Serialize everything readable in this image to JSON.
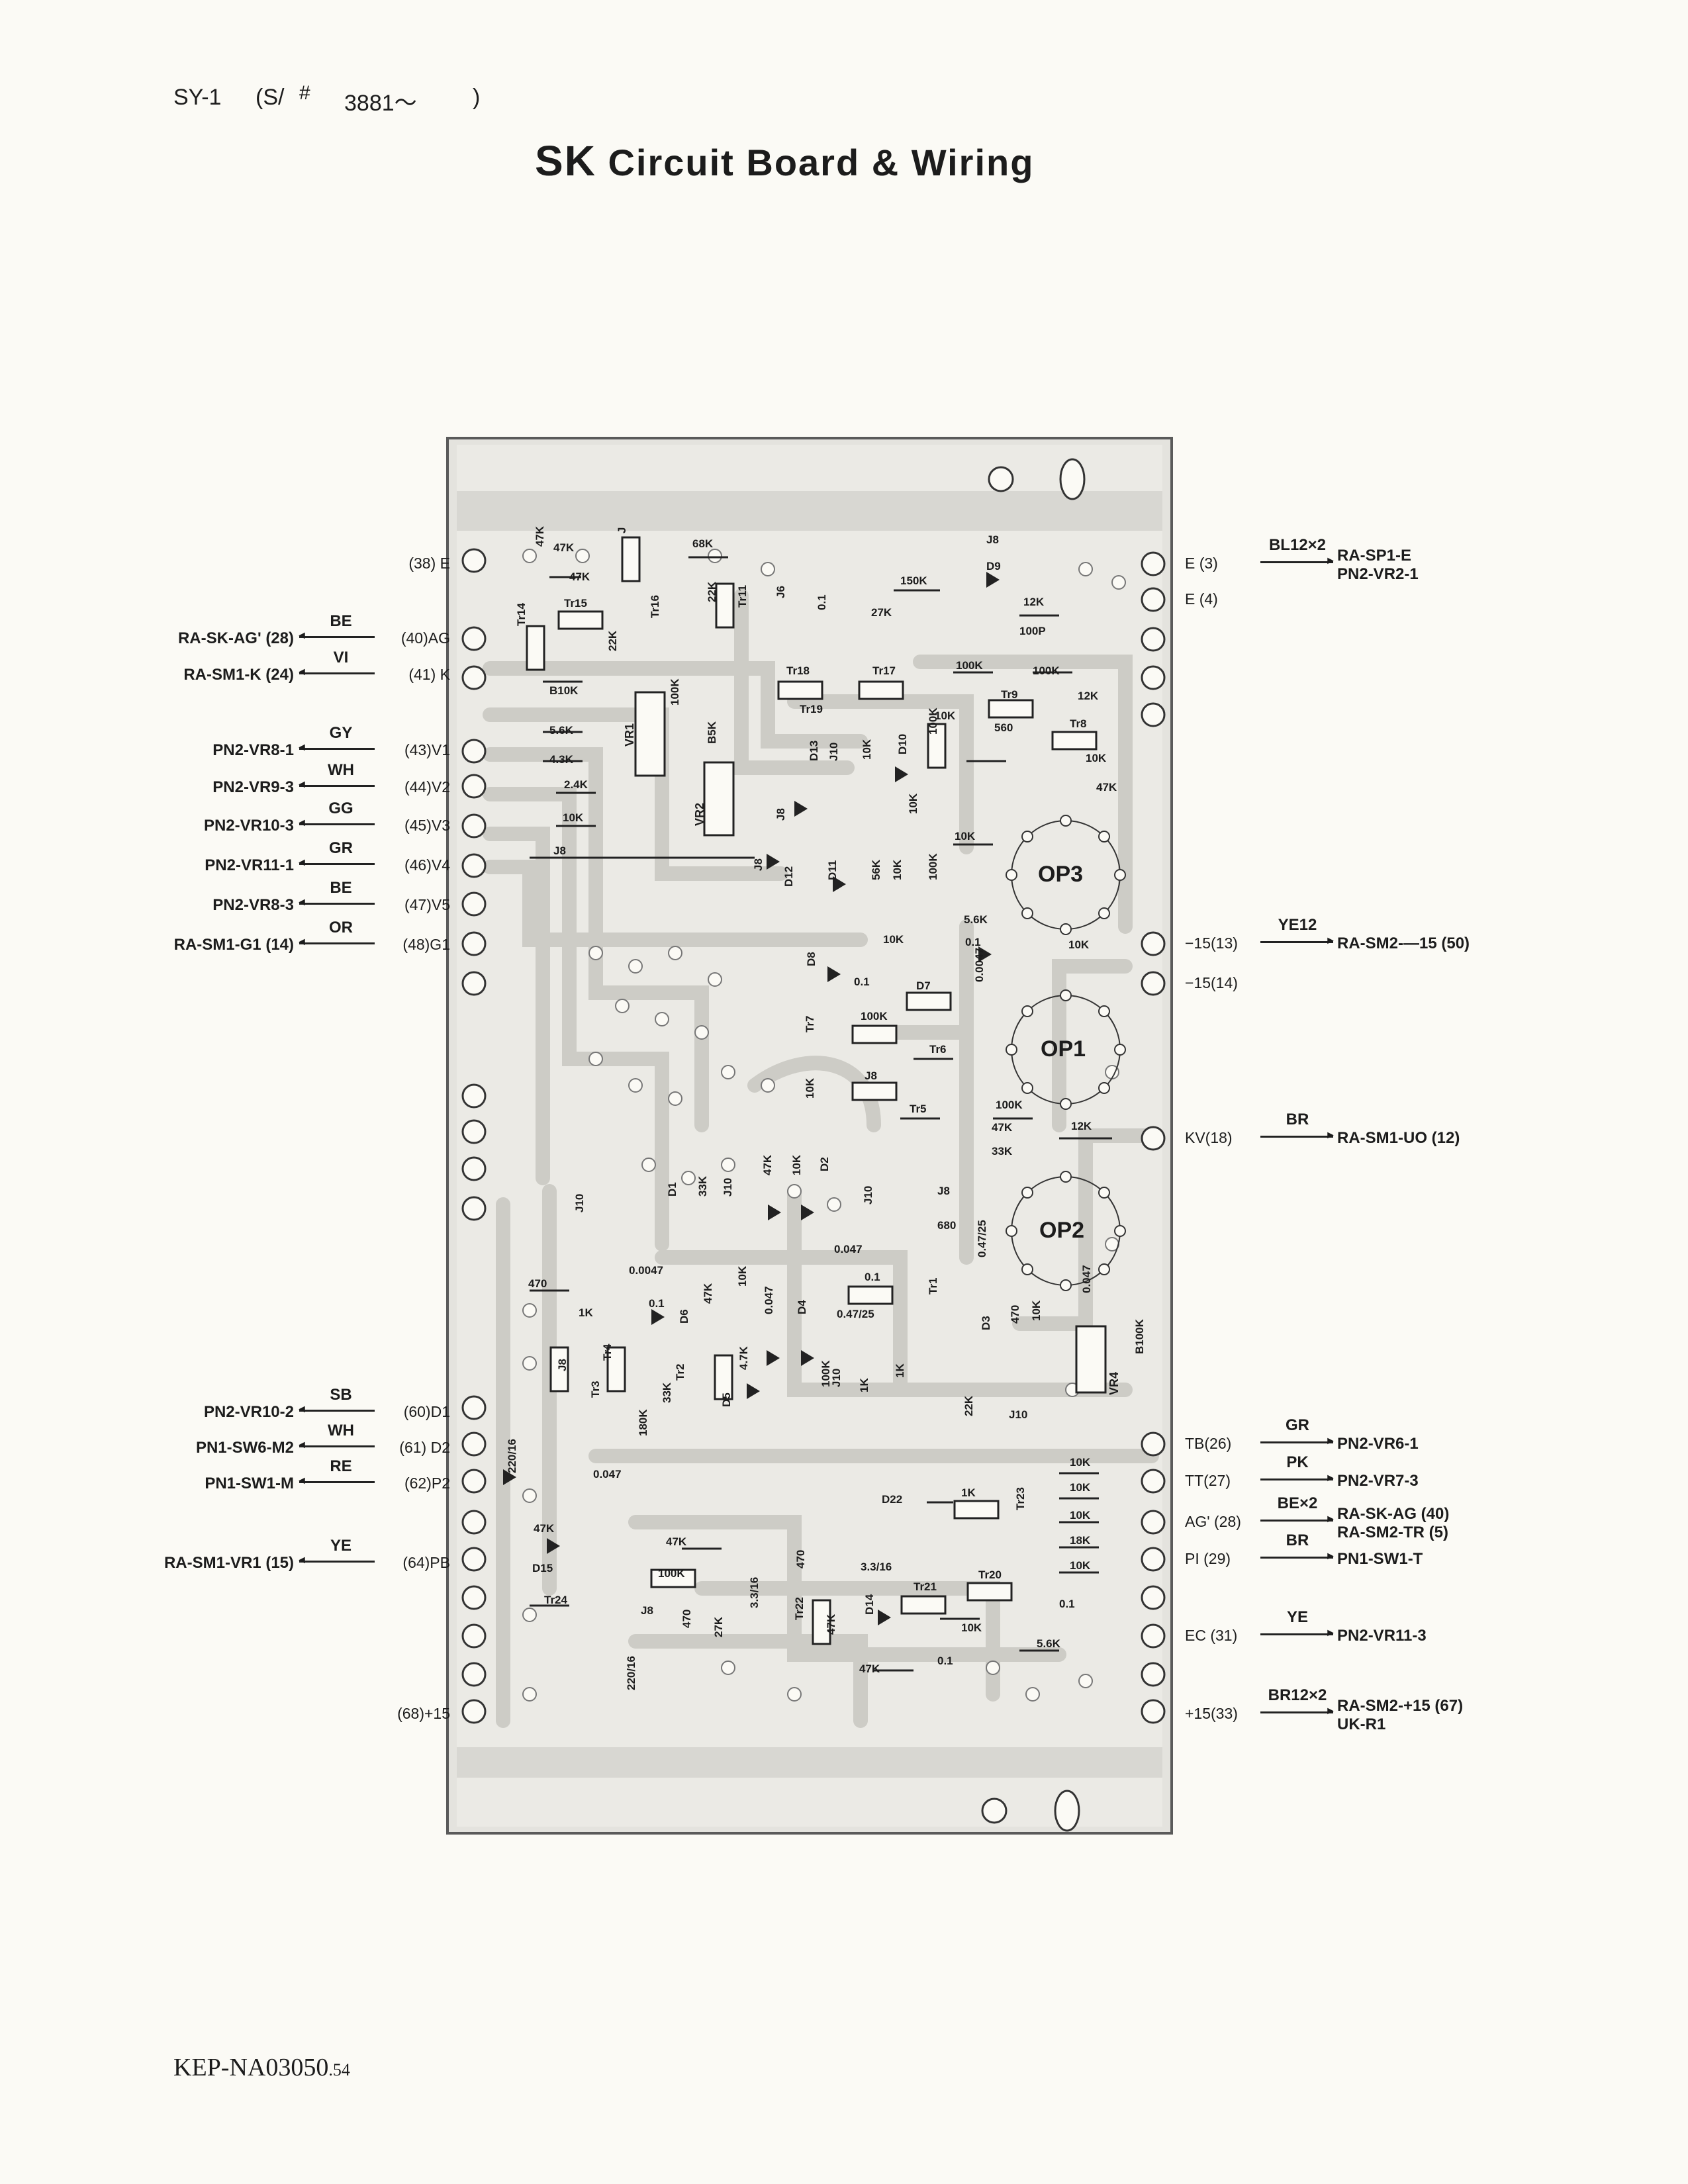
{
  "header": {
    "model": "SY-1",
    "serial_open": "(S/",
    "serial_hash": "#",
    "serial_range": "3881～",
    "serial_close": ")"
  },
  "title": {
    "prefix": "SK",
    "text": "Circuit Board & Wiring"
  },
  "board": {
    "ic_labels": [
      "OP3",
      "OP1",
      "OP2"
    ],
    "pot_labels": [
      "VR1",
      "VR2",
      "VR4"
    ],
    "component_labels": [
      "47K",
      "47K",
      "47K",
      "68K",
      "J8",
      "D9",
      "150K",
      "12K",
      "100P",
      "100K",
      "100K",
      "12K",
      "Tr8",
      "10K",
      "47K",
      "Tr9",
      "560",
      "100K",
      "Tr17",
      "Tr18",
      "Tr19",
      "10K",
      "22K",
      "Tr11",
      "J6",
      "0.1",
      "27K",
      "J",
      "Tr14",
      "Tr15",
      "Tr16",
      "22K",
      "100K",
      "B5K",
      "B10K",
      "5.6K",
      "4.3K",
      "2.4K",
      "10K",
      "J8",
      "J8",
      "J8",
      "D10",
      "D11",
      "D12",
      "D13",
      "J10",
      "10K",
      "10K",
      "56K",
      "10K",
      "100K",
      "10K",
      "10K",
      "5.6K",
      "0.1",
      "10K",
      "D8",
      "0.1",
      "D7",
      "100K",
      "Tr7",
      "Tr6",
      "0.0047",
      "J8",
      "10K",
      "Tr5",
      "100K",
      "47K",
      "33K",
      "12K",
      "47K",
      "10K",
      "D2",
      "D1",
      "33K",
      "J10",
      "J10",
      "J10",
      "J8",
      "680",
      "0.047",
      "0.1",
      "0.47/25",
      "Tr1",
      "0.47/25",
      "470",
      "0.0047",
      "1K",
      "0.1",
      "47K",
      "D6",
      "10K",
      "0.047",
      "D4",
      "D3",
      "470",
      "10K",
      "0.047",
      "B100K",
      "J8",
      "Tr4",
      "Tr3",
      "4.7K",
      "D5",
      "Tr2",
      "33K",
      "180K",
      "J10",
      "100K",
      "1K",
      "1K",
      "22K",
      "J10",
      "0.047",
      "220/16",
      "D22",
      "1K",
      "Tr23",
      "10K",
      "10K",
      "10K",
      "18K",
      "10K",
      "47K",
      "D15",
      "47K",
      "100K",
      "Tr24",
      "J8",
      "470",
      "27K",
      "3.3/16",
      "3.3/16",
      "470",
      "Tr22",
      "47K",
      "D14",
      "Tr21",
      "Tr20",
      "10K",
      "0.1",
      "5.6K",
      "47K",
      "0.1",
      "220/16"
    ]
  },
  "left_pins": [
    {
      "dest": "",
      "code": "",
      "pin": "(38)  E"
    },
    {
      "dest": "RA-SK-AG' (28)",
      "code": "BE",
      "pin": "(40)AG"
    },
    {
      "dest": "RA-SM1-K (24)",
      "code": "VI",
      "pin": "(41)  K"
    },
    {
      "dest": "PN2-VR8-1",
      "code": "GY",
      "pin": "(43)V1"
    },
    {
      "dest": "PN2-VR9-3",
      "code": "WH",
      "pin": "(44)V2"
    },
    {
      "dest": "PN2-VR10-3",
      "code": "GG",
      "pin": "(45)V3"
    },
    {
      "dest": "PN2-VR11-1",
      "code": "GR",
      "pin": "(46)V4"
    },
    {
      "dest": "PN2-VR8-3",
      "code": "BE",
      "pin": "(47)V5"
    },
    {
      "dest": "RA-SM1-G1 (14)",
      "code": "OR",
      "pin": "(48)G1"
    },
    {
      "dest": "PN2-VR10-2",
      "code": "SB",
      "pin": "(60)D1"
    },
    {
      "dest": "PN1-SW6-M2",
      "code": "WH",
      "pin": "(61) D2"
    },
    {
      "dest": "PN1-SW1-M",
      "code": "RE",
      "pin": "(62)P2"
    },
    {
      "dest": "RA-SM1-VR1 (15)",
      "code": "YE",
      "pin": "(64)PB"
    },
    {
      "dest": "",
      "code": "",
      "pin": "(68)+15"
    }
  ],
  "right_pins": [
    {
      "pin": "E    (3)",
      "code": "BL12×2",
      "dest": "RA-SP1-E",
      "dest2": "PN2-VR2-1"
    },
    {
      "pin": "E    (4)",
      "code": "",
      "dest": "",
      "dest2": ""
    },
    {
      "pin": "−15(13)",
      "code": "YE12",
      "dest": "RA-SM2-—15 (50)",
      "dest2": ""
    },
    {
      "pin": "−15(14)",
      "code": "",
      "dest": "",
      "dest2": ""
    },
    {
      "pin": "KV(18)",
      "code": "BR",
      "dest": "RA-SM1-UO (12)",
      "dest2": ""
    },
    {
      "pin": "TB(26)",
      "code": "GR",
      "dest": "PN2-VR6-1",
      "dest2": ""
    },
    {
      "pin": "TT(27)",
      "code": "PK",
      "dest": "PN2-VR7-3",
      "dest2": ""
    },
    {
      "pin": "AG'  (28)",
      "code": "BE×2",
      "dest": "RA-SK-AG (40)",
      "dest2": "RA-SM2-TR (5)"
    },
    {
      "pin": "PI    (29)",
      "code": "BR",
      "dest": "PN1-SW1-T",
      "dest2": ""
    },
    {
      "pin": "EC   (31)",
      "code": "YE",
      "dest": "PN2-VR11-3",
      "dest2": ""
    },
    {
      "pin": "+15(33)",
      "code": "BR12×2",
      "dest": "RA-SM2-+15 (67)",
      "dest2": "UK-R1"
    }
  ],
  "footer": {
    "code": "KEP-NA03050",
    "page": ".54"
  }
}
